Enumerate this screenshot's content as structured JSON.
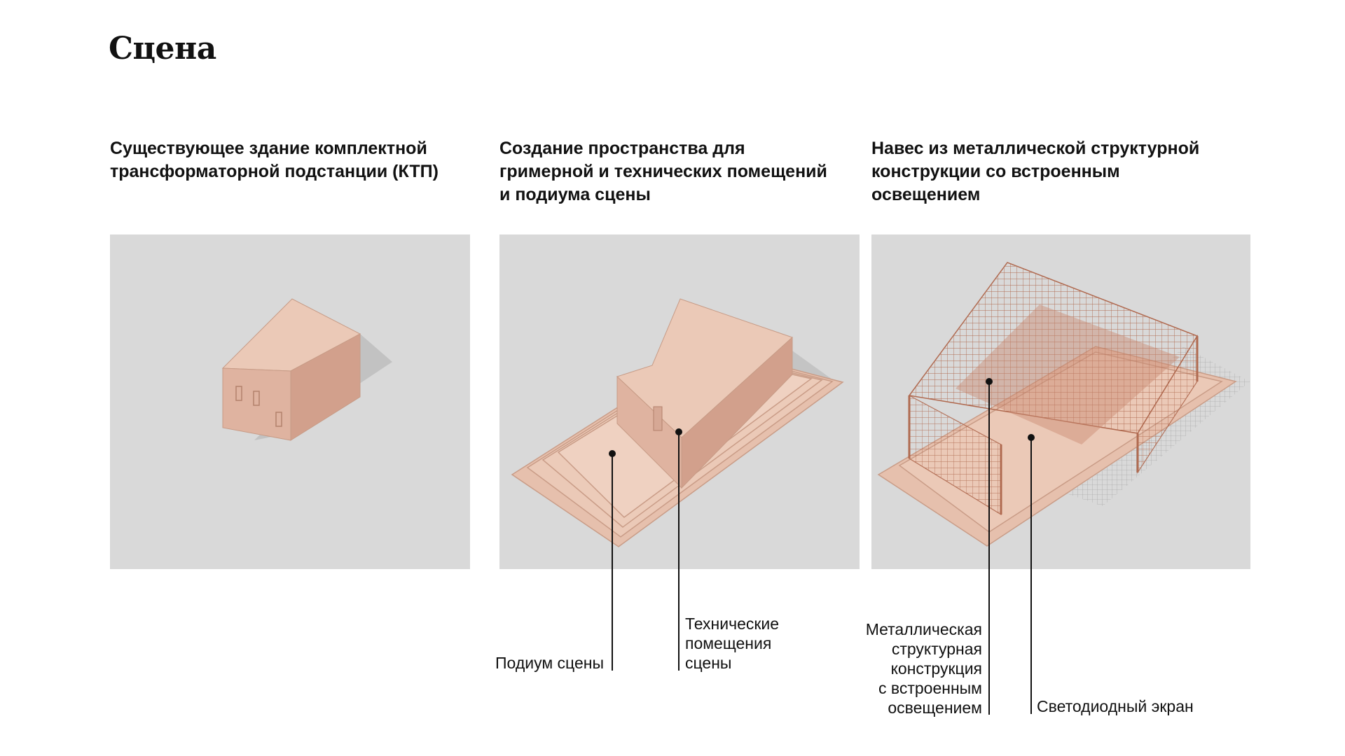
{
  "page": {
    "title": "Сцена"
  },
  "stages": [
    {
      "heading_lines": [
        "Существующее здание комплектной",
        "трансформаторной подстанции (КТП)"
      ]
    },
    {
      "heading_lines": [
        "Создание пространства для",
        "гримерной и технических помещений",
        "и подиума сцены"
      ]
    },
    {
      "heading_lines": [
        "Навес из металлической структурной",
        "конструкции со встроенным",
        "освещением"
      ]
    }
  ],
  "callouts": {
    "podium": {
      "lines": [
        "Подиум сцены"
      ]
    },
    "technical_rooms": {
      "lines": [
        "Технические",
        "помещения",
        "сцены"
      ]
    },
    "metal_structure": {
      "lines": [
        "Металлическая",
        "структурная",
        "конструкция",
        "с встроенным",
        "освещением"
      ]
    },
    "led_screen": {
      "lines": [
        "Светодиодный экран"
      ]
    }
  },
  "colors": {
    "panel_background": "#d9d9d9",
    "model_top": "#ebc9b7",
    "model_left": "#dfb3a0",
    "model_right": "#d2a08c",
    "structure_line": "#b06a50",
    "text": "#111111"
  }
}
